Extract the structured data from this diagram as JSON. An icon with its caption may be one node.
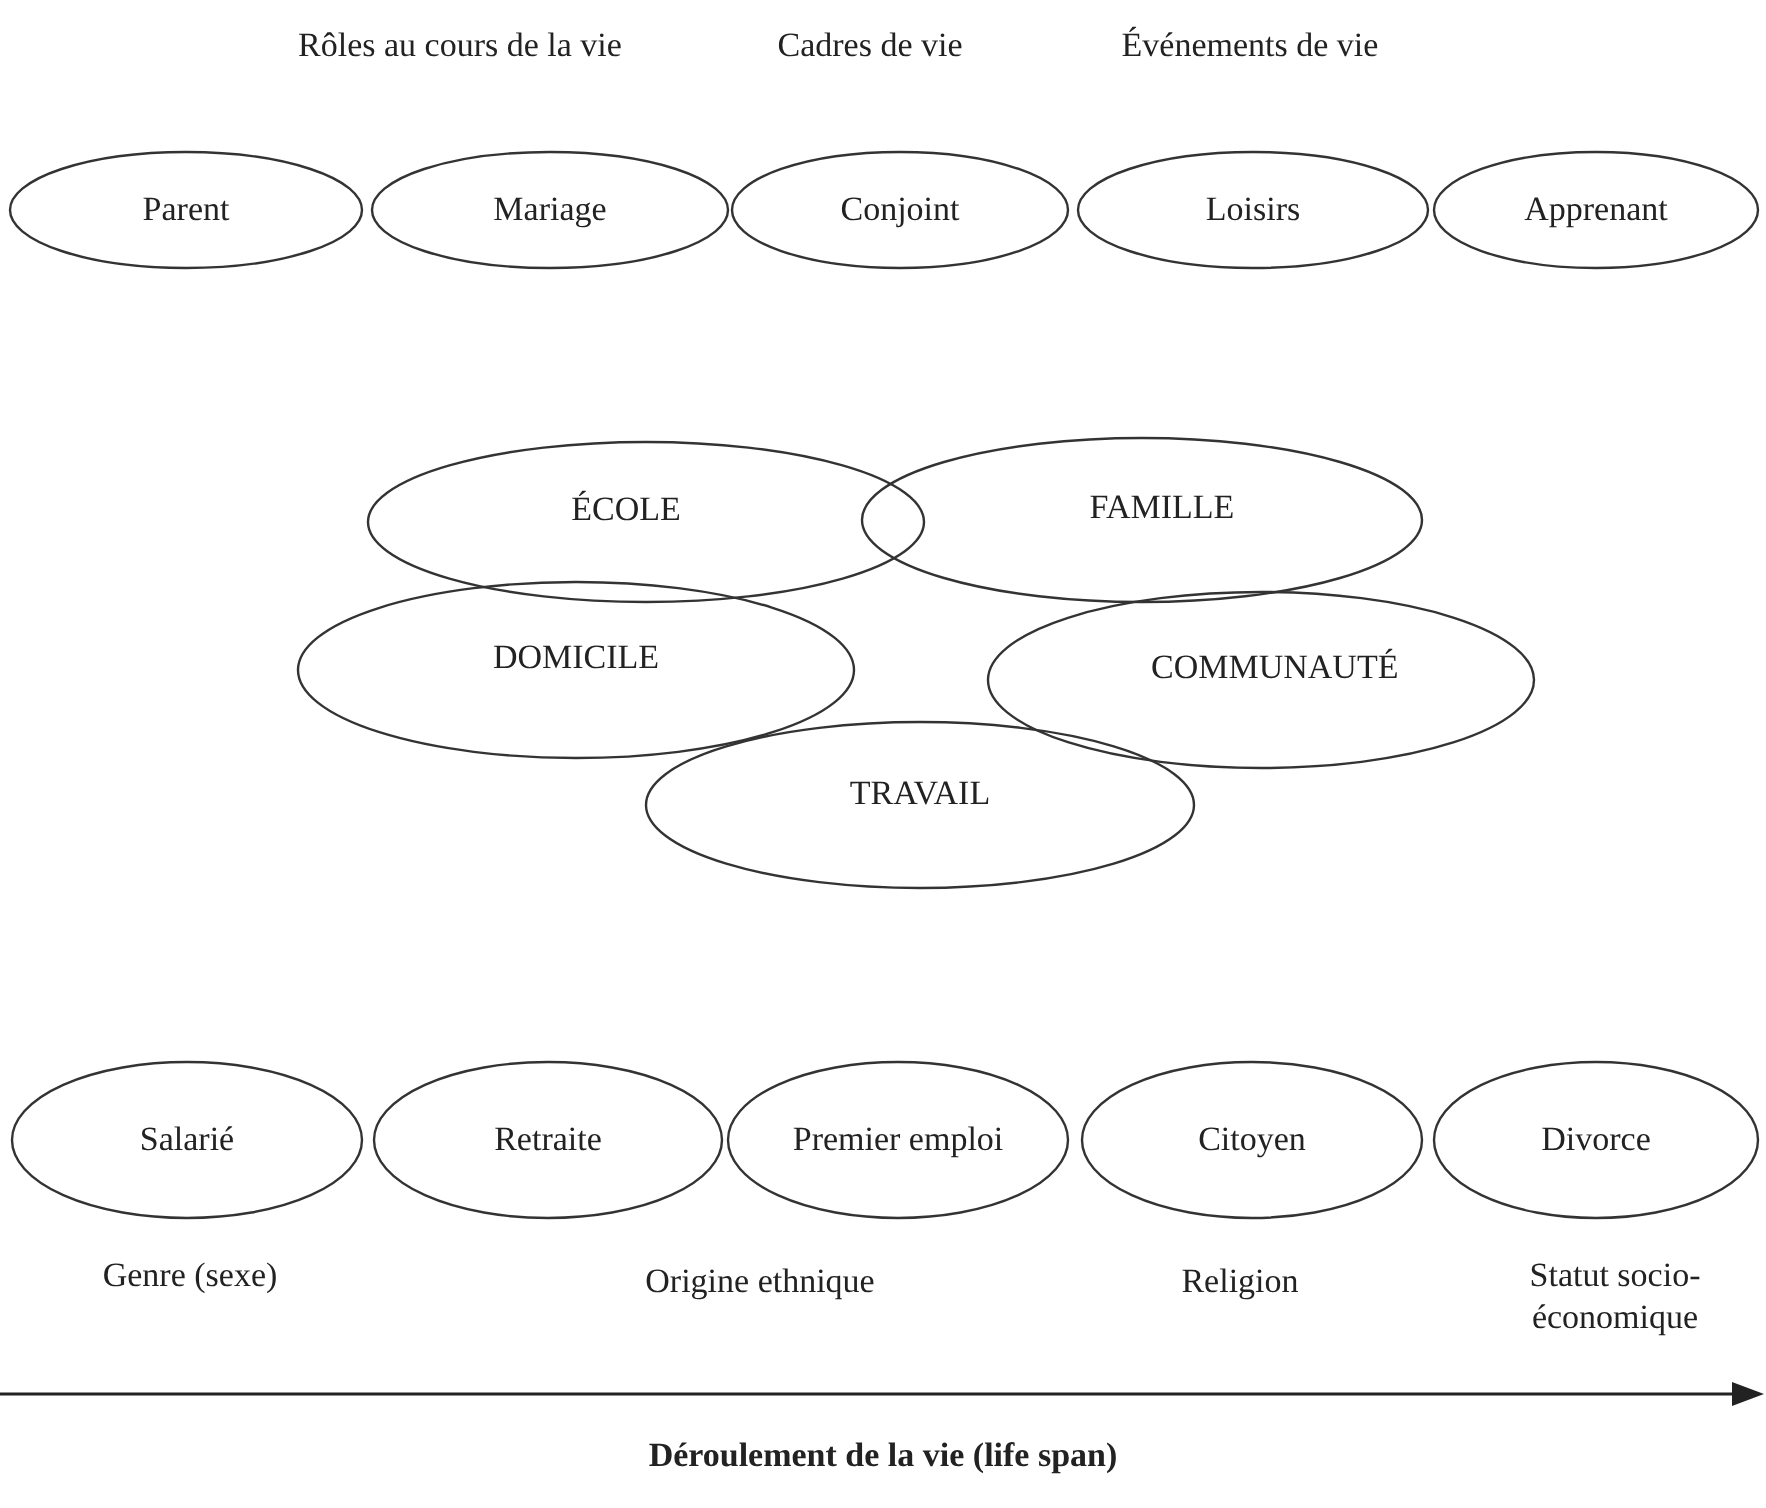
{
  "diagram": {
    "caption": "Déroulement de la vie (life span)",
    "nodes": [
      {
        "text": [
          "Parent"
        ]
      },
      {
        "text": [
          "Mariage"
        ]
      },
      {
        "text": [
          "Conjoint"
        ]
      },
      {
        "text": [
          "Loisirs"
        ]
      },
      {
        "text": [
          "Apprenant"
        ]
      },
      {
        "text": [
          "ÉCOLE"
        ]
      },
      {
        "text": [
          "FAMILLE"
        ]
      },
      {
        "text": [
          "DOMICILE"
        ]
      },
      {
        "text": [
          "COMMUNAUTÉ"
        ]
      },
      {
        "text": [
          "TRAVAIL"
        ]
      },
      {
        "text": [
          "Salarié"
        ]
      },
      {
        "text": [
          "Retraite"
        ]
      },
      {
        "text": [
          "Premier emploi"
        ]
      },
      {
        "text": [
          "Citoyen"
        ]
      },
      {
        "text": [
          "Divorce"
        ]
      }
    ],
    "labels": [
      "Rôles au cours de la vie",
      "Cadres de vie",
      "Événements de vie",
      "Genre (sexe)",
      "Origine ethnique",
      "Religion",
      "Statut socio-économique"
    ]
  }
}
